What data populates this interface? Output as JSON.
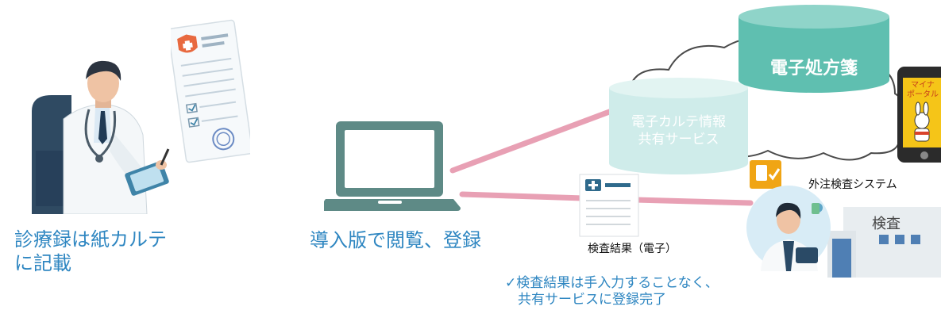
{
  "captions": {
    "paper_records": "診療録は紙カルテ\nに記載",
    "laptop": "導入版で閲覧、登録",
    "test_result": "検査結果（電子）",
    "outsourced_system": "外注検査システム",
    "note_line1": "✓検査結果は手入力することなく、",
    "note_line2": "共有サービスに登録完了"
  },
  "databases": {
    "prescription": "電子処方箋",
    "emr_sharing_line1": "電子カルテ情報",
    "emr_sharing_line2": "共有サービス"
  },
  "phone": {
    "label_line1": "マイナ",
    "label_line2": "ポータル"
  },
  "building": {
    "label": "検査"
  },
  "colors": {
    "accent_blue": "#2e86c1",
    "teal": "#5fbfb0",
    "teal_light": "#cfecea",
    "link_pink": "#e8a0b4",
    "laptop": "#5e8a86",
    "phone_yellow": "#f5c518"
  },
  "icons": {
    "doctor": "doctor-illustration",
    "document": "medical-document-icon",
    "laptop": "laptop-icon",
    "cloud": "cloud-icon",
    "database": "database-cylinder-icon",
    "phone": "smartphone-icon",
    "lab_worker": "lab-worker-icon",
    "building": "lab-building-icon"
  }
}
